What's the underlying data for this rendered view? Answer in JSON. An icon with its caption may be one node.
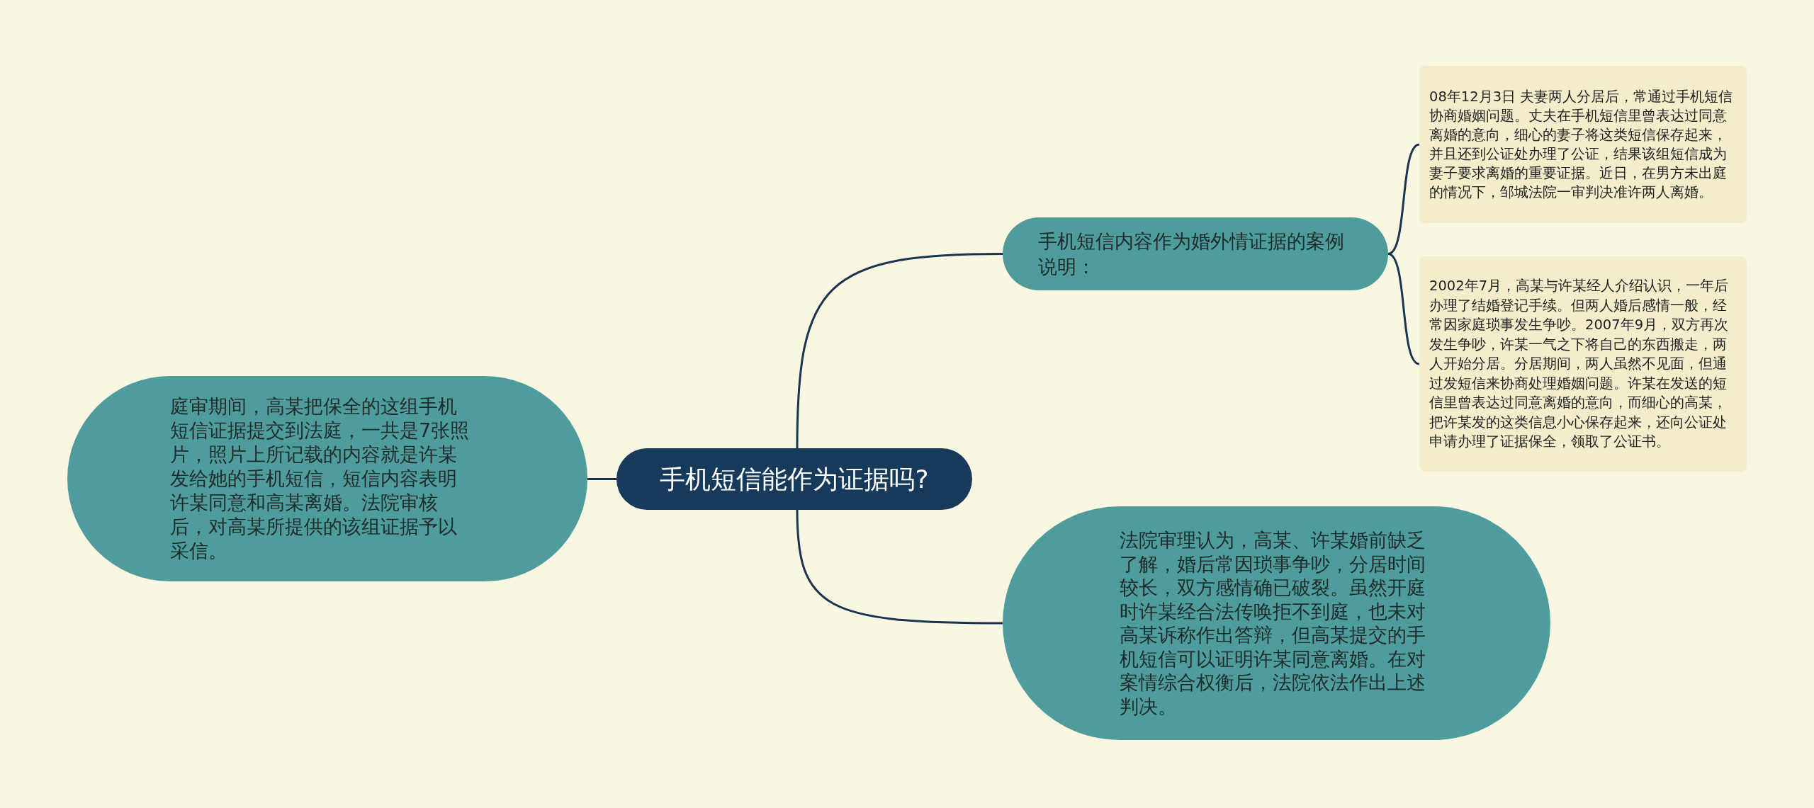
{
  "diagram": {
    "nodes": [
      {
        "text": [
          "手机短信能作为证据吗?"
        ]
      },
      {
        "text": [
          "庭审期间，高某把保全的这组手机短信证据提交到法庭，一共是7张照片，照片上所记载的内容就是许某发给她的手机短信，短信内容表明许某同意和高某离婚。法院审核后，对高某所提供的该组证据予以采信。"
        ]
      },
      {
        "text": [
          "手机短信内容作为婚外情证据的案例说明："
        ]
      },
      {
        "text": [
          "08年12月3日 夫妻两人分居后，常通过手机短信协商婚姻问题。丈夫在手机短信里曾表达过同意离婚的意向，细心的妻子将这类短信保存起来，并且还到公证处办理了公证，结果该组短信成为妻子要求离婚的重要证据。近日，在男方未出庭的情况下，邹城法院一审判决准许两人离婚。"
        ]
      },
      {
        "text": [
          "2002年7月，高某与许某经人介绍认识，一年后办理了结婚登记手续。但两人婚后感情一般，经常因家庭琐事发生争吵。2007年9月，双方再次发生争吵，许某一气之下将自己的东西搬走，两人开始分居。分居期间，两人虽然不见面，但通过发短信来协商处理婚姻问题。许某在发送的短信里曾表达过同意离婚的意向，而细心的高某，把许某发的这类信息小心保存起来，还向公证处申请办理了证据保全，领取了公证书。"
        ]
      },
      {
        "text": [
          "法院审理认为，高某、许某婚前缺乏了解，婚后常因琐事争吵，分居时间较长，双方感情确已破裂。虽然开庭时许某经合法传唤拒不到庭，也未对高某诉称作出答辩，但高某提交的手机短信可以证明许某同意离婚。在对案情综合权衡后，法院依法作出上述判决。"
        ]
      }
    ],
    "edges": [
      {
        "from": 0,
        "to": 1,
        "arrow": "none"
      },
      {
        "from": 0,
        "to": 2,
        "arrow": "none"
      },
      {
        "from": 2,
        "to": 3,
        "arrow": "none"
      },
      {
        "from": 2,
        "to": 4,
        "arrow": "none"
      },
      {
        "from": 0,
        "to": 5,
        "arrow": "none"
      }
    ]
  }
}
